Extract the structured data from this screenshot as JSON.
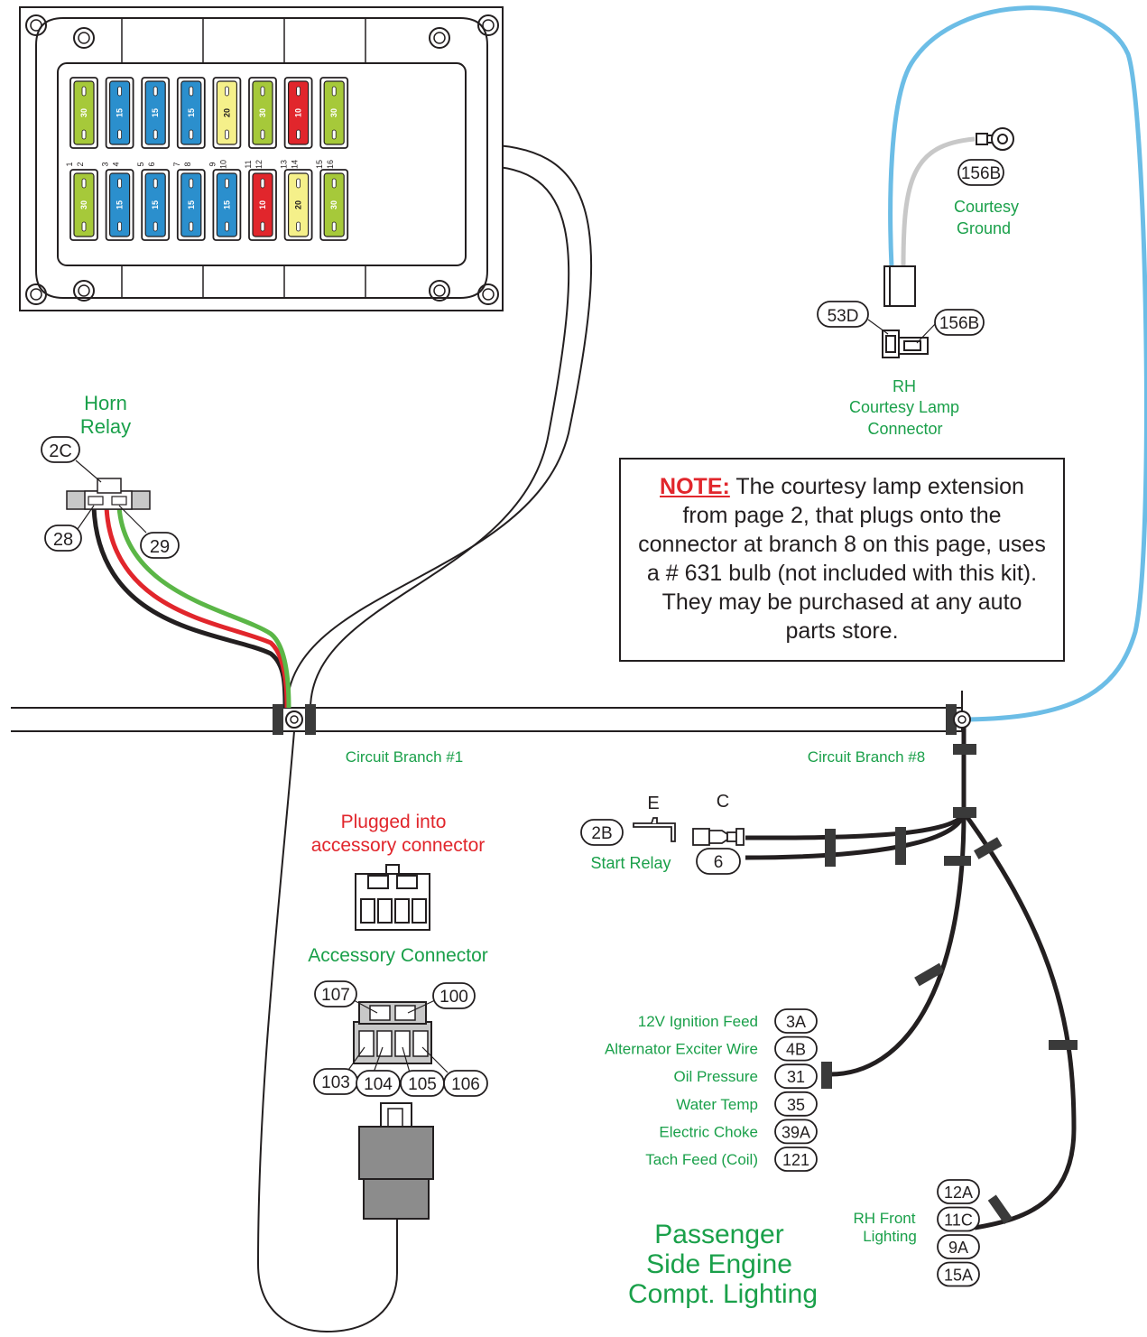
{
  "fuse_block": {
    "top_row": [
      {
        "rating": "30",
        "color": "#a6c93a"
      },
      {
        "rating": "15",
        "color": "#2b8fcd"
      },
      {
        "rating": "15",
        "color": "#2b8fcd"
      },
      {
        "rating": "15",
        "color": "#2b8fcd"
      },
      {
        "rating": "20",
        "color": "#f5f08a"
      },
      {
        "rating": "30",
        "color": "#a6c93a"
      },
      {
        "rating": "10",
        "color": "#e1262c"
      },
      {
        "rating": "30",
        "color": "#a6c93a"
      }
    ],
    "bottom_row": [
      {
        "rating": "30",
        "color": "#a6c93a"
      },
      {
        "rating": "15",
        "color": "#2b8fcd"
      },
      {
        "rating": "15",
        "color": "#2b8fcd"
      },
      {
        "rating": "15",
        "color": "#2b8fcd"
      },
      {
        "rating": "15",
        "color": "#2b8fcd"
      },
      {
        "rating": "10",
        "color": "#e1262c"
      },
      {
        "rating": "20",
        "color": "#f5f08a"
      },
      {
        "rating": "30",
        "color": "#a6c93a"
      }
    ],
    "position_labels": [
      [
        "1",
        "2"
      ],
      [
        "3",
        "4"
      ],
      [
        "5",
        "6"
      ],
      [
        "7",
        "8"
      ],
      [
        "9",
        "10"
      ],
      [
        "11",
        "12"
      ],
      [
        "13",
        "14"
      ],
      [
        "15",
        "16"
      ]
    ]
  },
  "horn_relay": {
    "title_line1": "Horn",
    "title_line2": "Relay",
    "tags": {
      "top": "2C",
      "left": "28",
      "right": "29"
    }
  },
  "branches": {
    "branch1": "Circuit Branch #1",
    "branch8": "Circuit Branch #8"
  },
  "accessory": {
    "plugged_line1": "Plugged into",
    "plugged_line2": "accessory connector",
    "connector_title": "Accessory Connector",
    "tags": {
      "t107": "107",
      "t100": "100",
      "t103": "103",
      "t104": "104",
      "t105": "105",
      "t106": "106"
    }
  },
  "courtesy": {
    "ground_tag": "156B",
    "ground_label_line1": "Courtesy",
    "ground_label_line2": "Ground",
    "tag_53d": "53D",
    "tag_156b": "156B",
    "lamp_line1": "RH",
    "lamp_line2": "Courtesy Lamp",
    "lamp_line3": "Connector"
  },
  "note": {
    "lead": "NOTE:",
    "text": "The courtesy lamp extension from page 2, that plugs onto the connector at branch 8 on this page, uses a # 631 bulb (not included with this kit). They may be purchased at any auto parts store."
  },
  "start_relay": {
    "letter_e": "E",
    "letter_c": "C",
    "tag_2b": "2B",
    "tag_6": "6",
    "label": "Start Relay"
  },
  "engine_sensors": [
    {
      "label": "12V Ignition Feed",
      "tag": "3A"
    },
    {
      "label": "Alternator Exciter Wire",
      "tag": "4B"
    },
    {
      "label": "Oil Pressure",
      "tag": "31"
    },
    {
      "label": "Water Temp",
      "tag": "35"
    },
    {
      "label": "Electric Choke",
      "tag": "39A"
    },
    {
      "label": "Tach Feed (Coil)",
      "tag": "121"
    }
  ],
  "rh_front": {
    "label_line1": "RH Front",
    "label_line2": "Lighting",
    "tags": [
      "12A",
      "11C",
      "9A",
      "15A"
    ]
  },
  "section_title": {
    "line1": "Passenger",
    "line2": "Side Engine",
    "line3": "Compt. Lighting"
  },
  "colors": {
    "green_text": "#1aa04a",
    "red_text": "#e1262c",
    "blue_wire": "#6cbde6",
    "gray_wire": "#c8c8c8",
    "wire_black": "#231f20"
  }
}
